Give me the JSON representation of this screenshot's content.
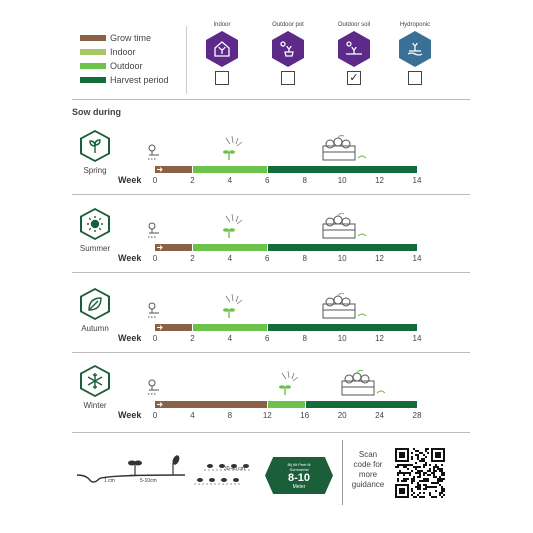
{
  "legend": [
    {
      "label": "Grow time",
      "color": "#8a6147"
    },
    {
      "label": "Indoor",
      "color": "#a6c863"
    },
    {
      "label": "Outdoor",
      "color": "#6cc24a"
    },
    {
      "label": "Harvest period",
      "color": "#146c3a"
    }
  ],
  "environments": [
    {
      "label": "Indoor",
      "checked": false,
      "mark": "",
      "icon": "house-plant-icon",
      "color": "#5e2a8a"
    },
    {
      "label": "Outdoor pot",
      "checked": false,
      "mark": "",
      "icon": "potted-plant-sun-icon",
      "color": "#5e2a8a"
    },
    {
      "label": "Outdoor soil",
      "checked": true,
      "mark": "✓",
      "icon": "soil-plant-sun-icon",
      "color": "#5e2a8a"
    },
    {
      "label": "Hydroponic",
      "checked": false,
      "mark": "",
      "icon": "hydroponic-plant-icon",
      "color": "#3a6f96"
    }
  ],
  "sow_title": "Sow during",
  "week_label": "Week",
  "seasons": [
    {
      "name": "Spring",
      "icon": "sprout-icon",
      "ticks": [
        "0",
        "2",
        "4",
        "6",
        "8",
        "10",
        "12",
        "14"
      ],
      "segments": [
        {
          "from": 0,
          "to": 2,
          "color": "#8a6147"
        },
        {
          "from": 2,
          "to": 2.05,
          "color": "#fff"
        },
        {
          "from": 2.05,
          "to": 6,
          "color": "#6cc24a"
        },
        {
          "from": 6,
          "to": 6.05,
          "color": "#fff"
        },
        {
          "from": 6.05,
          "to": 14,
          "color": "#146c3a"
        }
      ]
    },
    {
      "name": "Summer",
      "icon": "sun-icon",
      "ticks": [
        "0",
        "2",
        "4",
        "6",
        "8",
        "10",
        "12",
        "14"
      ],
      "segments": [
        {
          "from": 0,
          "to": 2,
          "color": "#8a6147"
        },
        {
          "from": 2,
          "to": 2.05,
          "color": "#fff"
        },
        {
          "from": 2.05,
          "to": 6,
          "color": "#6cc24a"
        },
        {
          "from": 6,
          "to": 6.05,
          "color": "#fff"
        },
        {
          "from": 6.05,
          "to": 14,
          "color": "#146c3a"
        }
      ]
    },
    {
      "name": "Autumn",
      "icon": "leaf-icon",
      "ticks": [
        "0",
        "2",
        "4",
        "6",
        "8",
        "10",
        "12",
        "14"
      ],
      "segments": [
        {
          "from": 0,
          "to": 2,
          "color": "#8a6147"
        },
        {
          "from": 2,
          "to": 2.05,
          "color": "#fff"
        },
        {
          "from": 2.05,
          "to": 6,
          "color": "#6cc24a"
        },
        {
          "from": 6,
          "to": 6.05,
          "color": "#fff"
        },
        {
          "from": 6.05,
          "to": 14,
          "color": "#146c3a"
        }
      ]
    },
    {
      "name": "Winter",
      "icon": "snowflake-icon",
      "ticks": [
        "0",
        "4",
        "8",
        "12",
        "16",
        "20",
        "24",
        "28"
      ],
      "segments": [
        {
          "from": 0,
          "to": 12,
          "color": "#8a6147"
        },
        {
          "from": 12,
          "to": 12.1,
          "color": "#fff"
        },
        {
          "from": 12.1,
          "to": 16,
          "color": "#6cc24a"
        },
        {
          "from": 16,
          "to": 16.1,
          "color": "#fff"
        },
        {
          "from": 16.1,
          "to": 28,
          "color": "#146c3a"
        }
      ]
    }
  ],
  "spacing": {
    "depth": "1 cm",
    "distance": "5-10cm",
    "row_distance": "30-40 cm"
  },
  "badge": {
    "top_line_1": "Bij tilt Peet til",
    "top_line_2": "Sommerist",
    "value": "8-10",
    "unit": "Meter"
  },
  "scan_text": [
    "Scan",
    "code for",
    "more",
    "guidance"
  ]
}
